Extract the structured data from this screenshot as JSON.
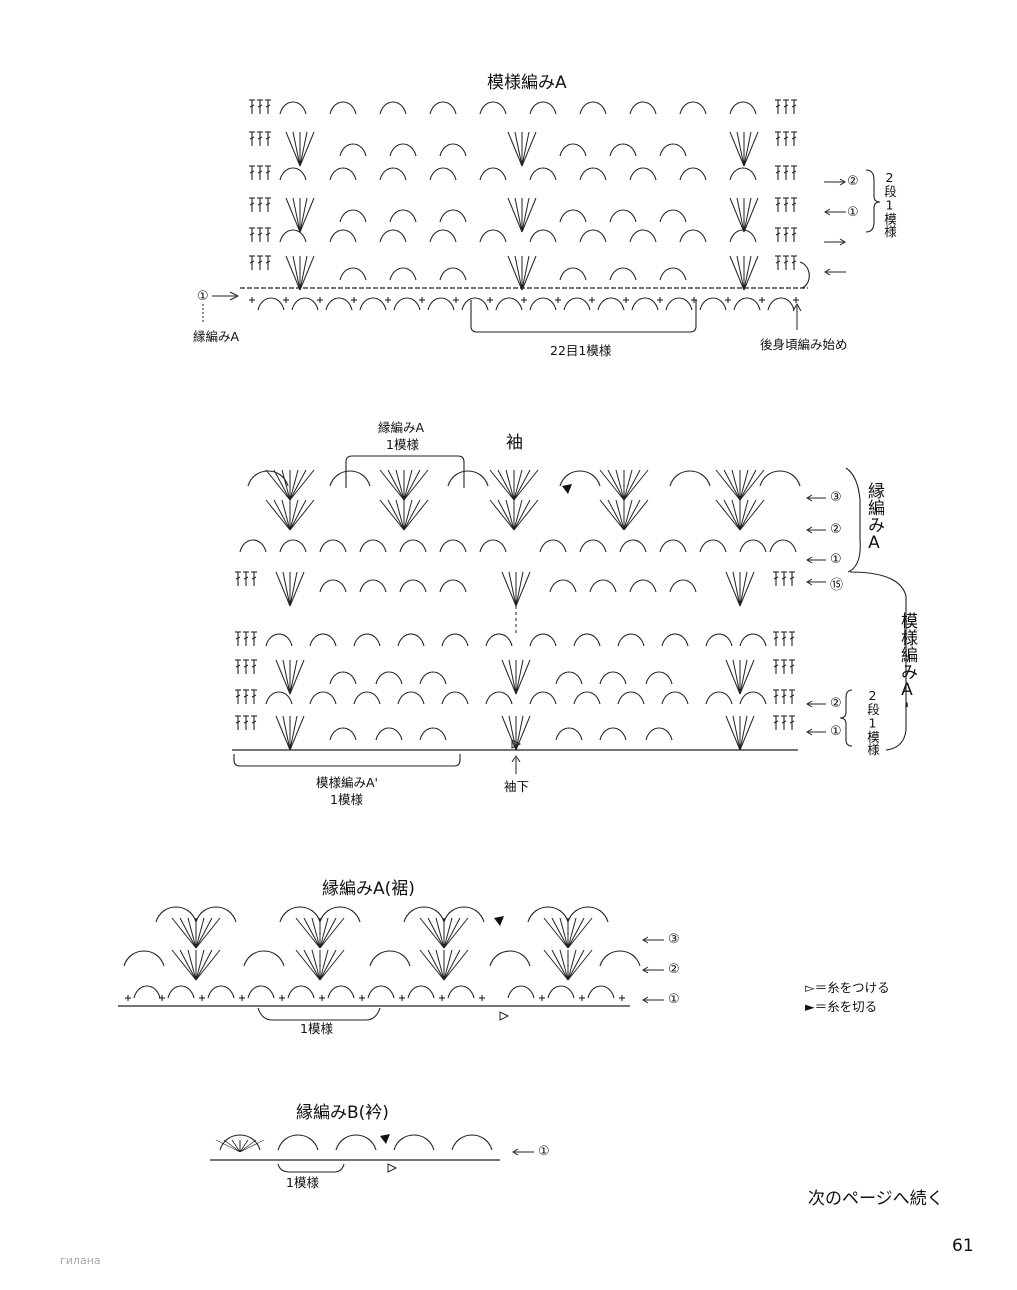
{
  "section1": {
    "title": "模様編みA",
    "label_start": "縁編みA",
    "label_repeat": "22目1模様",
    "label_back": "後身頃編み始め",
    "label_repeat_vertical": "2段1模様",
    "marker_row1": "①",
    "marker_row2": "②",
    "marker_start": "①"
  },
  "section2": {
    "title": "袖",
    "label_border_repeat_line1": "縁編みA",
    "label_border_repeat_line2": "1模様",
    "label_pattern_repeat_line1": "模様編みA'",
    "label_pattern_repeat_line2": "1模様",
    "label_underarm": "袖下",
    "label_border_vertical": "縁編みA",
    "label_pattern_vertical": "模様編みA'",
    "label_repeat_vertical": "2段1模様",
    "markers_top": [
      "③",
      "②",
      "①",
      "⑮"
    ],
    "markers_bottom": [
      "②",
      "①"
    ]
  },
  "section3": {
    "title": "縁編みA(裾)",
    "label_repeat": "1模様",
    "markers": [
      "③",
      "②",
      "①"
    ]
  },
  "legend": {
    "join": "▻＝糸をつける",
    "cut": "►＝糸を切る"
  },
  "section4": {
    "title": "縁編みB(衿)",
    "label_repeat": "1模様",
    "marker": "①"
  },
  "footer": {
    "continued": "次のページへ続く",
    "page_number": "61",
    "watermark": "гилана"
  }
}
